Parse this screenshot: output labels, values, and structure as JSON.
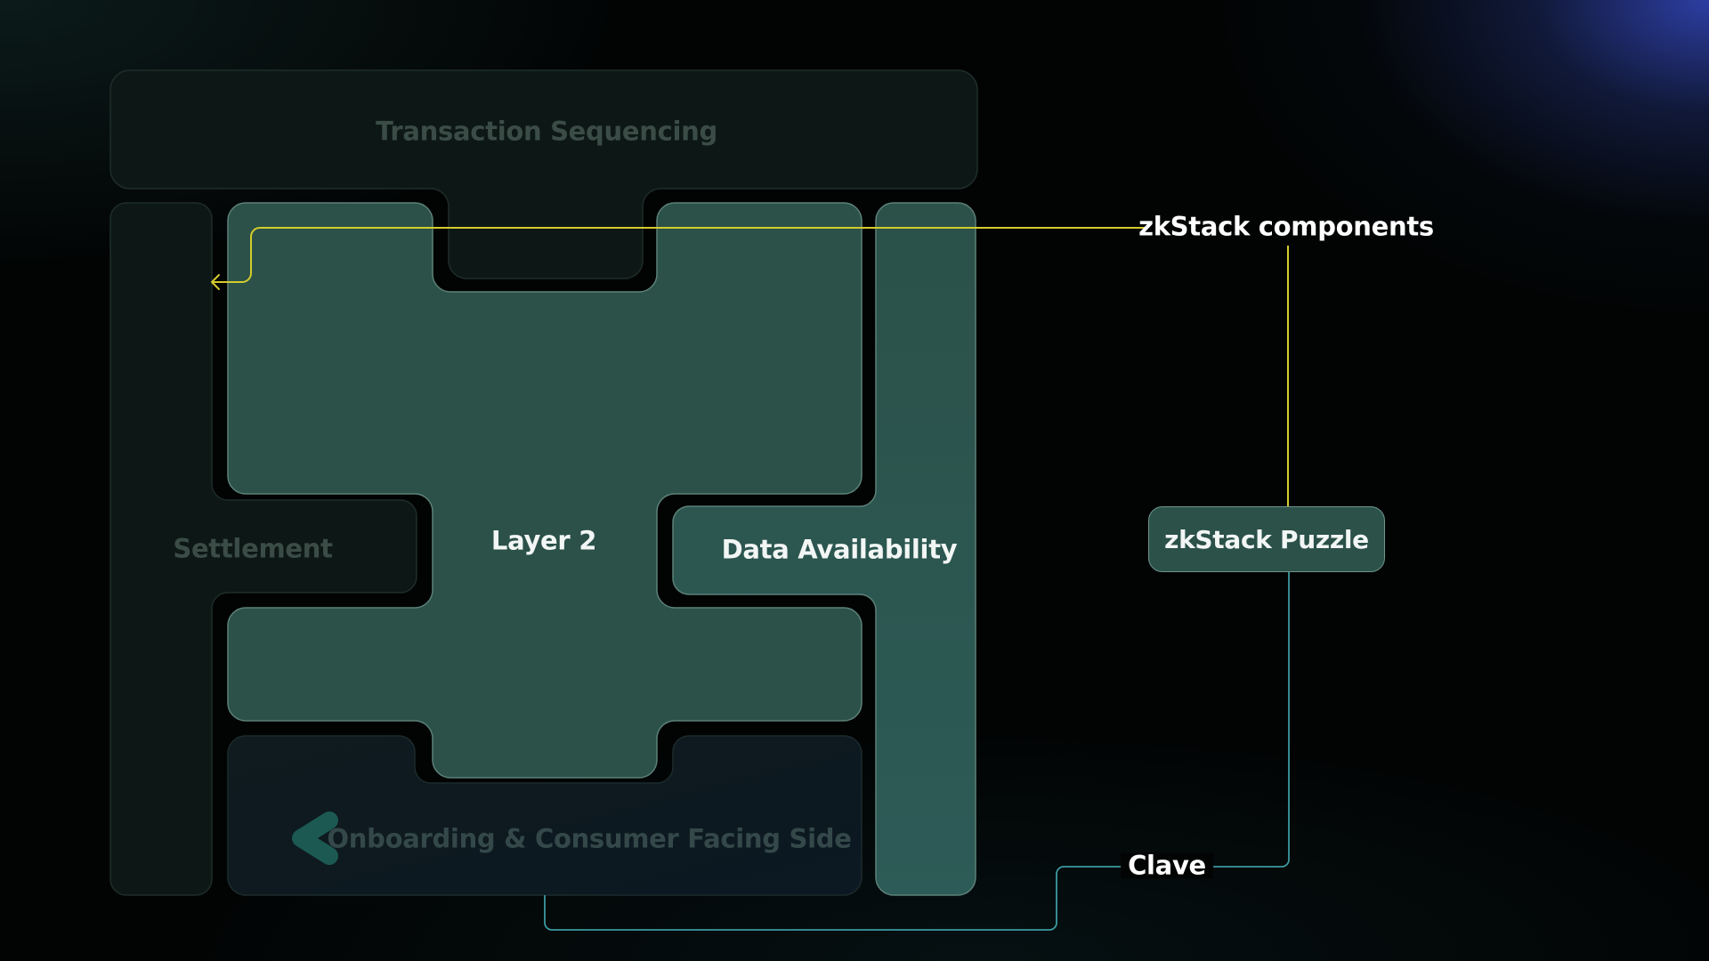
{
  "diagram": {
    "blocks": {
      "transaction_sequencing": "Transaction Sequencing",
      "settlement": "Settlement",
      "layer2": "Layer 2",
      "data_availability": "Data Availability",
      "onboarding": "Onboarding & Consumer Facing Side"
    },
    "annotations": {
      "zkstack_components": "zkStack components",
      "zkstack_puzzle": "zkStack Puzzle",
      "clave": "Clave"
    },
    "icons": {
      "onboarding": "clave-logo-icon",
      "arrow": "arrow-left-icon"
    },
    "colors": {
      "active_fill": "#2b5149",
      "inactive_fill": "#0d1816",
      "yellow_line": "#d4cc2c",
      "teal_line": "#3b9aa0"
    }
  }
}
